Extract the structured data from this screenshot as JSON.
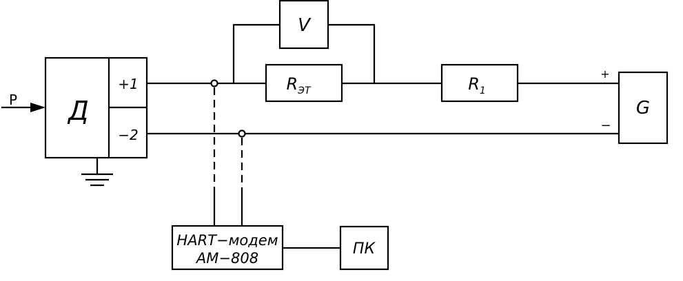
{
  "diagram": {
    "input_label": "P",
    "sensor_label": "Д",
    "terminal_plus": "+1",
    "terminal_minus": "−2",
    "voltmeter_label": "V",
    "resistor_et_main": "R",
    "resistor_et_sub": "ЭТ",
    "resistor_1_main": "R",
    "resistor_1_sub": "1",
    "supply_label": "G",
    "supply_plus": "+",
    "supply_minus": "−",
    "modem_line1": "HART−модем",
    "modem_line2": "АМ−808",
    "pc_label": "ПК"
  }
}
